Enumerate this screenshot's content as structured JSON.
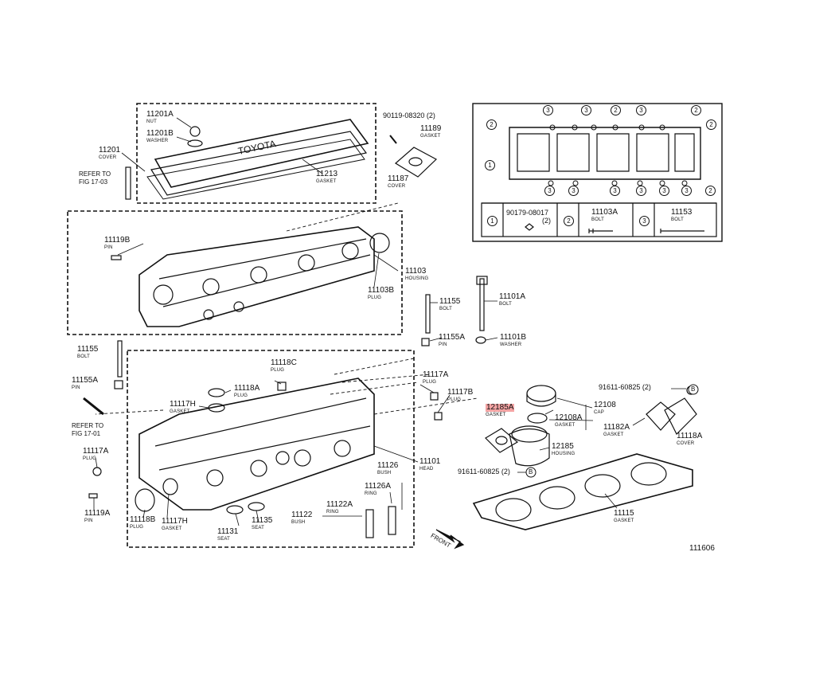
{
  "diagram_code": "111606",
  "front_label": "FRONT",
  "highlighted_part": "12185A",
  "parts": [
    {
      "id": "11201A",
      "num": "11201A",
      "name": "NUT"
    },
    {
      "id": "11201B",
      "num": "11201B",
      "name": "WASHER"
    },
    {
      "id": "11201",
      "num": "11201",
      "name": "COVER"
    },
    {
      "id": "11213",
      "num": "11213",
      "name": "GASKET"
    },
    {
      "id": "90119",
      "num": "90119-08320 (2)",
      "name": ""
    },
    {
      "id": "11189",
      "num": "11189",
      "name": "GASKET"
    },
    {
      "id": "11187",
      "num": "11187",
      "name": "COVER"
    },
    {
      "id": "11119B",
      "num": "11119B",
      "name": "PIN"
    },
    {
      "id": "11103",
      "num": "11103",
      "name": "HOUSING"
    },
    {
      "id": "11103B",
      "num": "11103B",
      "name": "PLUG"
    },
    {
      "id": "11155",
      "num": "11155",
      "name": "BOLT"
    },
    {
      "id": "11155_left",
      "num": "11155",
      "name": "BOLT"
    },
    {
      "id": "11101A",
      "num": "11101A",
      "name": "BOLT"
    },
    {
      "id": "11155A",
      "num": "11155A",
      "name": "PIN"
    },
    {
      "id": "11155A_left",
      "num": "11155A",
      "name": "PIN"
    },
    {
      "id": "11101B",
      "num": "11101B",
      "name": "WASHER"
    },
    {
      "id": "11118C",
      "num": "11118C",
      "name": "PLUG"
    },
    {
      "id": "11118A",
      "num": "11118A",
      "name": "PLUG"
    },
    {
      "id": "11117H",
      "num": "11117H",
      "name": "GASKET"
    },
    {
      "id": "11117A",
      "num": "11117A",
      "name": "PLUG"
    },
    {
      "id": "11117B",
      "num": "11117B",
      "name": "PLUG"
    },
    {
      "id": "11117A_left",
      "num": "11117A",
      "name": "PLUG"
    },
    {
      "id": "11101",
      "num": "11101",
      "name": "HEAD"
    },
    {
      "id": "11126",
      "num": "11126",
      "name": "BUSH"
    },
    {
      "id": "11126A",
      "num": "11126A",
      "name": "RING"
    },
    {
      "id": "11122A",
      "num": "11122A",
      "name": "RING"
    },
    {
      "id": "11122",
      "num": "11122",
      "name": "BUSH"
    },
    {
      "id": "11119A",
      "num": "11119A",
      "name": "PIN"
    },
    {
      "id": "11118B",
      "num": "11118B",
      "name": "PLUG"
    },
    {
      "id": "11117H_bottom",
      "num": "11117H",
      "name": "GASKET"
    },
    {
      "id": "11131",
      "num": "11131",
      "name": "SEAT"
    },
    {
      "id": "11135",
      "num": "11135",
      "name": "SEAT"
    },
    {
      "id": "12185A",
      "num": "12185A",
      "name": "GASKET"
    },
    {
      "id": "12108",
      "num": "12108",
      "name": "CAP"
    },
    {
      "id": "12108A",
      "num": "12108A",
      "name": "GASKET"
    },
    {
      "id": "12185",
      "num": "12185",
      "name": "HOUSING"
    },
    {
      "id": "91611_top",
      "num": "91611-60825 (2)",
      "name": ""
    },
    {
      "id": "91611_bottom",
      "num": "91611-60825 (2)",
      "name": ""
    },
    {
      "id": "11182A",
      "num": "11182A",
      "name": "GASKET"
    },
    {
      "id": "11118A_right",
      "num": "11118A",
      "name": "COVER"
    },
    {
      "id": "11115",
      "num": "11115",
      "name": "GASKET"
    }
  ],
  "refs": [
    {
      "line1": "REFER TO",
      "line2": "FIG 17-03"
    },
    {
      "line1": "REFER TO",
      "line2": "FIG 17-01"
    }
  ],
  "inset": {
    "callouts": [
      "2",
      "3",
      "3",
      "2",
      "3",
      "2",
      "2",
      "1",
      "3",
      "3",
      "3",
      "3",
      "3",
      "3",
      "2"
    ],
    "table": [
      {
        "marker": "1",
        "num": "90179-08017",
        "qty": "(2)",
        "name": ""
      },
      {
        "marker": "2",
        "num": "11103A",
        "qty": "",
        "name": "BOLT"
      },
      {
        "marker": "3",
        "num": "11153",
        "qty": "",
        "name": "BOLT"
      }
    ]
  },
  "markers": {
    "b_top": "B",
    "b_bottom": "B"
  }
}
